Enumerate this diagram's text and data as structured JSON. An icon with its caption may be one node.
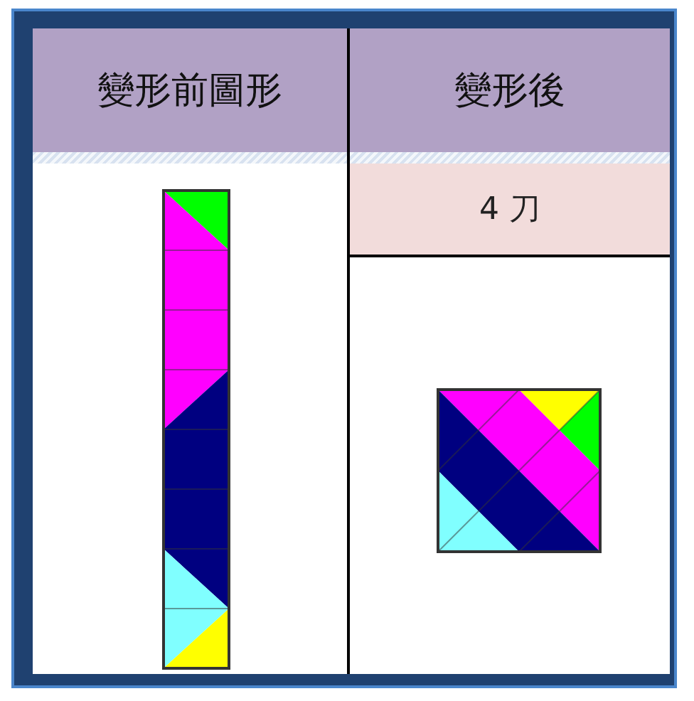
{
  "diagram": {
    "labels": [
      "變形前圖形",
      "變形後",
      "4 刀"
    ]
  }
}
